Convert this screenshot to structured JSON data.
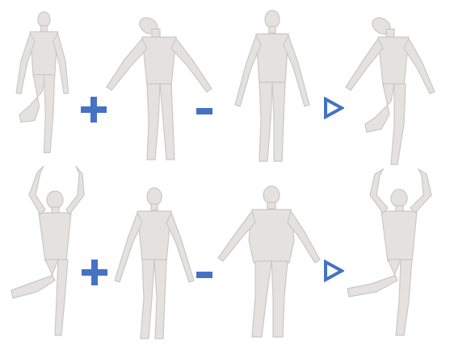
{
  "rows": [
    {
      "id": "row-1",
      "figures": [
        {
          "name": "source-pose-mesh",
          "pose": "raised-knee"
        },
        {
          "name": "pose-delta-mesh",
          "pose": "head-tilt-arms-out"
        },
        {
          "name": "base-body-mesh",
          "pose": "a-pose"
        },
        {
          "name": "result-mesh",
          "pose": "raised-knee-head-tilt"
        }
      ],
      "operators": [
        "plus",
        "minus",
        "equals-arrow"
      ]
    },
    {
      "id": "row-2",
      "figures": [
        {
          "name": "source-pose-mesh",
          "pose": "arms-up-raised-knee"
        },
        {
          "name": "target-shape-mesh",
          "pose": "a-pose"
        },
        {
          "name": "base-body-mesh",
          "pose": "a-pose-heavy"
        },
        {
          "name": "result-mesh",
          "pose": "arms-up-raised-knee"
        }
      ],
      "operators": [
        "plus",
        "minus",
        "equals-arrow"
      ]
    }
  ],
  "colors": {
    "operator": "#4472c4",
    "mesh_fill": "#e3e2e0",
    "mesh_shade": "#c9c8c6",
    "background": "#ffffff"
  }
}
